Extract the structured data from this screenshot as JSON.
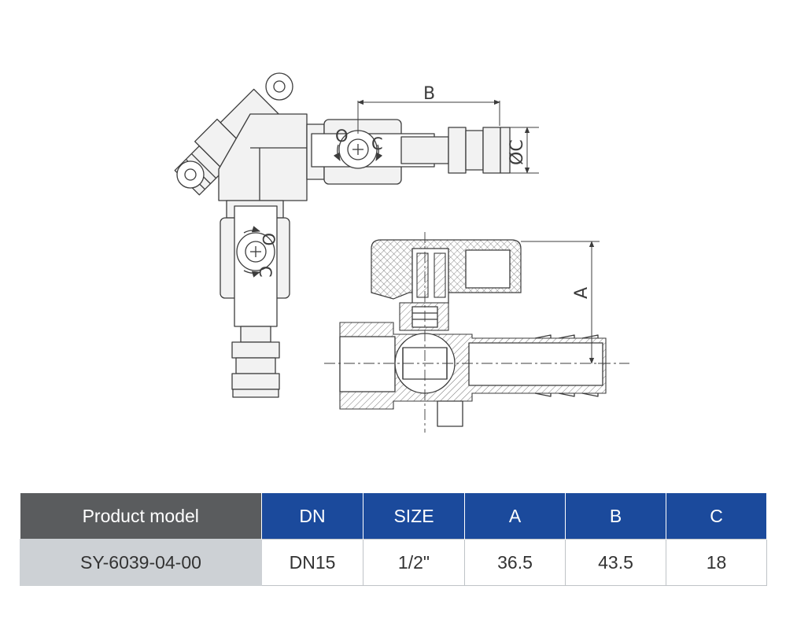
{
  "drawing": {
    "dimension_labels": {
      "a": "A",
      "b": "B",
      "c": "ØC"
    },
    "handle_marks": {
      "open": "O",
      "close": "C"
    }
  },
  "spec_table": {
    "headers": [
      "Product model",
      "DN",
      "SIZE",
      "A",
      "B",
      "C"
    ],
    "rows": [
      [
        "SY-6039-04-00",
        "DN15",
        "1/2\"",
        "36.5",
        "43.5",
        "18"
      ]
    ]
  },
  "colors": {
    "header_blue": "#1b4a9c",
    "header_gray": "#5a5c5e",
    "model_cell_gray": "#cdd1d5",
    "line_color": "#3c3c3c"
  }
}
